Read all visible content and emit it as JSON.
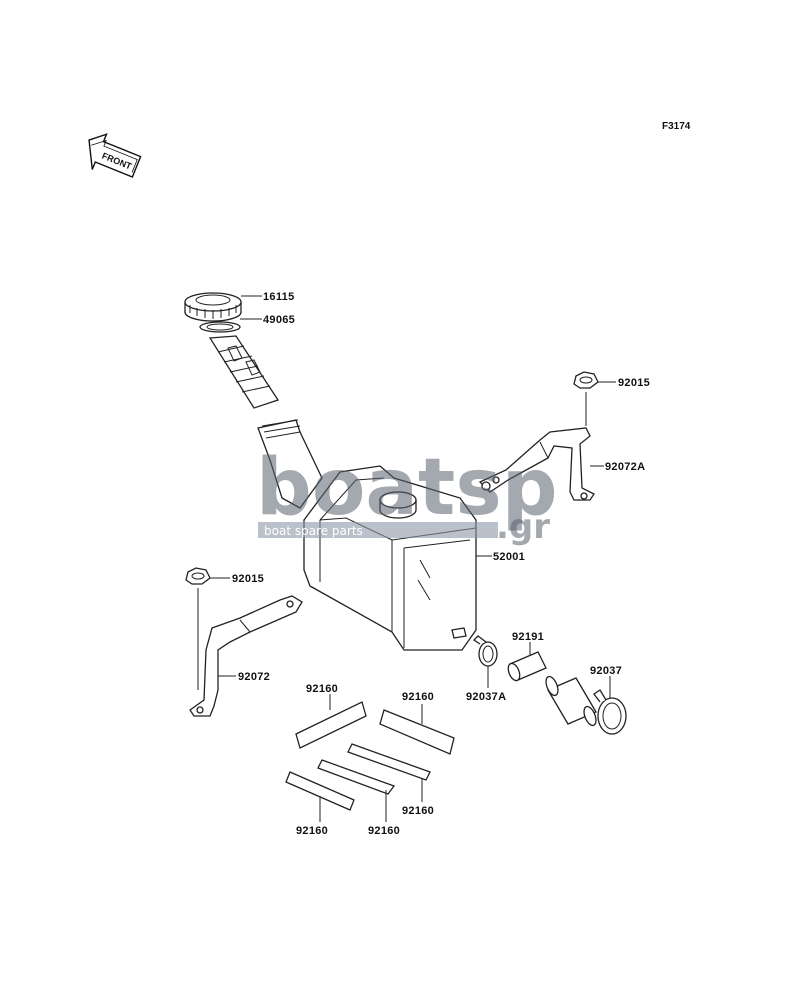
{
  "figure_id": "F3174",
  "front_label": "FRONT",
  "watermark": {
    "brand": "boatsp",
    "suffix": ".gr",
    "tagline": "boat spare parts"
  },
  "parts": {
    "cap": "16115",
    "gasket": "49065",
    "nut_right": "92015",
    "bracket_right": "92072A",
    "tank": "52001",
    "nut_left": "92015",
    "bracket_left": "92072",
    "hose": "92191",
    "clamp_large": "92037",
    "clamp_small": "92037A",
    "pad_1": "92160",
    "pad_2": "92160",
    "pad_3": "92160",
    "pad_4": "92160",
    "pad_5": "92160"
  }
}
